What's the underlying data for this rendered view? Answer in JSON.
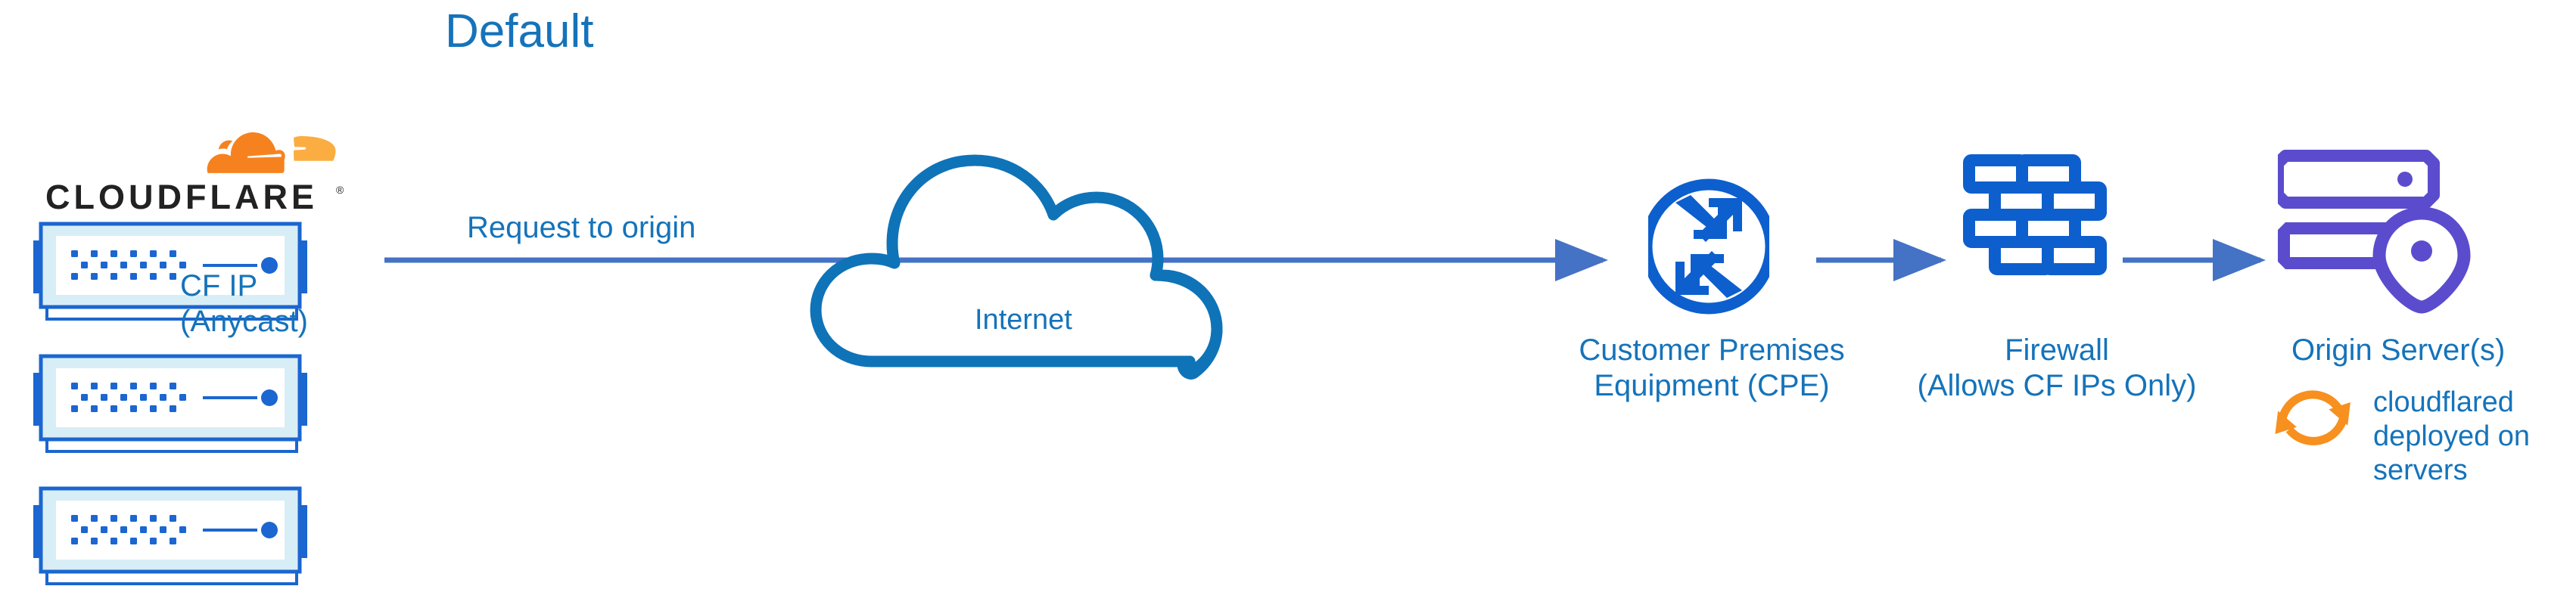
{
  "title": "Default",
  "brand": {
    "name": "CLOUDFLARE",
    "registered_mark": "®",
    "logo_orange_dark": "#f6821f",
    "logo_orange_light": "#fbad41",
    "wordmark_color": "#222222"
  },
  "colors": {
    "label_blue": "#1573ba",
    "icon_blue": "#0d5fce",
    "arrow_blue": "#4472c4",
    "origin_purple": "#5b4ccd",
    "cloudflared_orange": "#f7901e",
    "server_body_light": "#d8eef6",
    "server_border": "#1b66d0",
    "background": "#ffffff"
  },
  "nodes": {
    "cloudflare_edge": {
      "label": "CLOUDFLARE",
      "sublabel_line1": "CF IP",
      "sublabel_line2": "(Anycast)",
      "server_count": 3
    },
    "internet": {
      "label": "Internet",
      "icon": "cloud-outline-icon"
    },
    "cpe": {
      "label_line1": "Customer Premises",
      "label_line2": "Equipment (CPE)",
      "icon": "router-four-arrows-icon"
    },
    "firewall": {
      "label_line1": "Firewall",
      "label_line2": "(Allows CF IPs Only)",
      "icon": "brick-wall-icon"
    },
    "origin": {
      "label": "Origin Server(s)",
      "icon": "server-stack-pin-icon",
      "note_line1": "cloudflared",
      "note_line2": "deployed on",
      "note_line3": "servers",
      "note_icon": "sync-arrows-icon"
    }
  },
  "connectors": {
    "edge_to_cpe_label": "Request to origin",
    "edge_to_cpe": "arrow-right",
    "cpe_to_firewall": "arrow-right",
    "firewall_to_origin": "arrow-right"
  }
}
